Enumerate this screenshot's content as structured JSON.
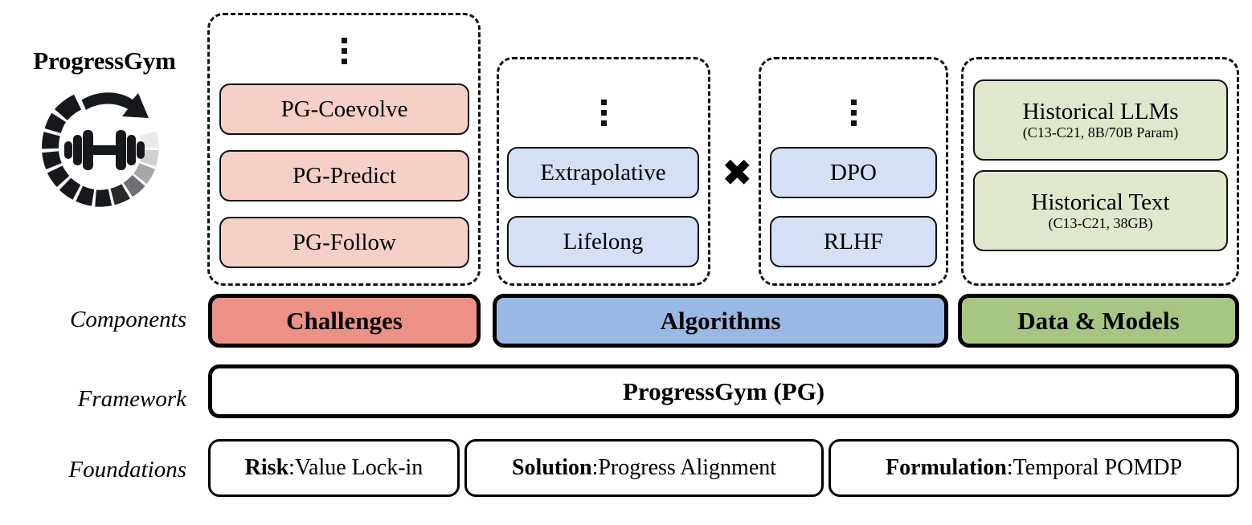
{
  "brand": {
    "title": "ProgressGym",
    "logo_icon": "progress-dumbbell-logo-icon"
  },
  "row_labels": {
    "components": "Components",
    "framework": "Framework",
    "foundations": "Foundations"
  },
  "groups": [
    {
      "id": "challenges",
      "ellipsis": "vertical-ellipsis-icon",
      "items": [
        {
          "label": "PG-Coevolve",
          "sub": ""
        },
        {
          "label": "PG-Predict",
          "sub": ""
        },
        {
          "label": "PG-Follow",
          "sub": ""
        }
      ]
    },
    {
      "id": "algorithms-paradigm",
      "ellipsis": "vertical-ellipsis-icon",
      "items": [
        {
          "label": "Extrapolative",
          "sub": ""
        },
        {
          "label": "Lifelong",
          "sub": ""
        }
      ]
    },
    {
      "id": "algorithms-method",
      "ellipsis": "vertical-ellipsis-icon",
      "items": [
        {
          "label": "DPO",
          "sub": ""
        },
        {
          "label": "RLHF",
          "sub": ""
        }
      ]
    },
    {
      "id": "data-models",
      "ellipsis": "",
      "items": [
        {
          "label": "Historical LLMs",
          "sub": "(C13-C21, 8B/70B Param)"
        },
        {
          "label": "Historical Text",
          "sub": "(C13-C21, 38GB)"
        }
      ]
    }
  ],
  "operator": {
    "symbol": "✖",
    "meaning": "cross-product-times-icon"
  },
  "components": [
    {
      "label": "Challenges",
      "color": "#ec9185"
    },
    {
      "label": "Algorithms",
      "color": "#9ab8e4"
    },
    {
      "label": "Data & Models",
      "color": "#a7c684"
    }
  ],
  "framework": {
    "label": "ProgressGym (PG)"
  },
  "foundations": [
    {
      "key": "Risk",
      "separator": ": ",
      "value": "Value Lock-in"
    },
    {
      "key": "Solution",
      "separator": ": ",
      "value": "Progress Alignment"
    },
    {
      "key": "Formulation",
      "separator": ": ",
      "value": "Temporal POMDP"
    }
  ],
  "colors": {
    "pink_fill": "#f6cfc7",
    "blue_fill": "#d3e0f5",
    "green_fill": "#dfe8cd",
    "red_bar": "#ec9185",
    "blue_bar": "#9ab8e4",
    "green_bar": "#a7c684",
    "outline": "#000000",
    "background": "#ffffff"
  }
}
